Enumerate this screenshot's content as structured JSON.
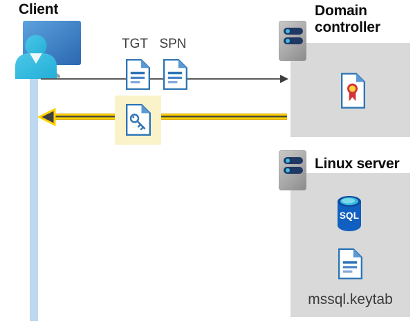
{
  "client": {
    "label": "Client"
  },
  "flow": {
    "tgt_label": "TGT",
    "spn_label": "SPN"
  },
  "domain_controller": {
    "label_line1": "Domain",
    "label_line2": "controller"
  },
  "linux_server": {
    "label": "Linux server",
    "sql_badge": "SQL",
    "keytab_label": "mssql.keytab"
  },
  "icons": {
    "client": "person-at-monitor-icon",
    "domain_controller": "server-icon",
    "linux_server": "server-icon",
    "tgt": "document-icon",
    "spn": "document-icon",
    "service_ticket": "key-document-icon",
    "certificate": "certificate-document-icon",
    "database": "sql-database-icon",
    "keytab": "document-icon"
  },
  "arrows": {
    "request": {
      "direction": "client-to-domain-controller",
      "color": "#595959"
    },
    "response": {
      "direction": "domain-controller-to-client",
      "color": "#ffd200",
      "core": "#4a4a41"
    }
  },
  "colors": {
    "zone_box": "#d9d9d9",
    "highlight_box": "#faf3c9",
    "doc_blue": "#2e75b6",
    "doc_fold_blue": "#5b9bd5",
    "lifeline_blue": "#bdd8f0",
    "person_cyan": "#35bde2",
    "monitor_blue": "#3c7fc6",
    "server_navy": "#1f3864",
    "server_dot_cyan": "#41bce4",
    "sql_body_blue": "#1160c1",
    "cert_red": "#d13438",
    "cert_gold": "#ffd43b"
  }
}
